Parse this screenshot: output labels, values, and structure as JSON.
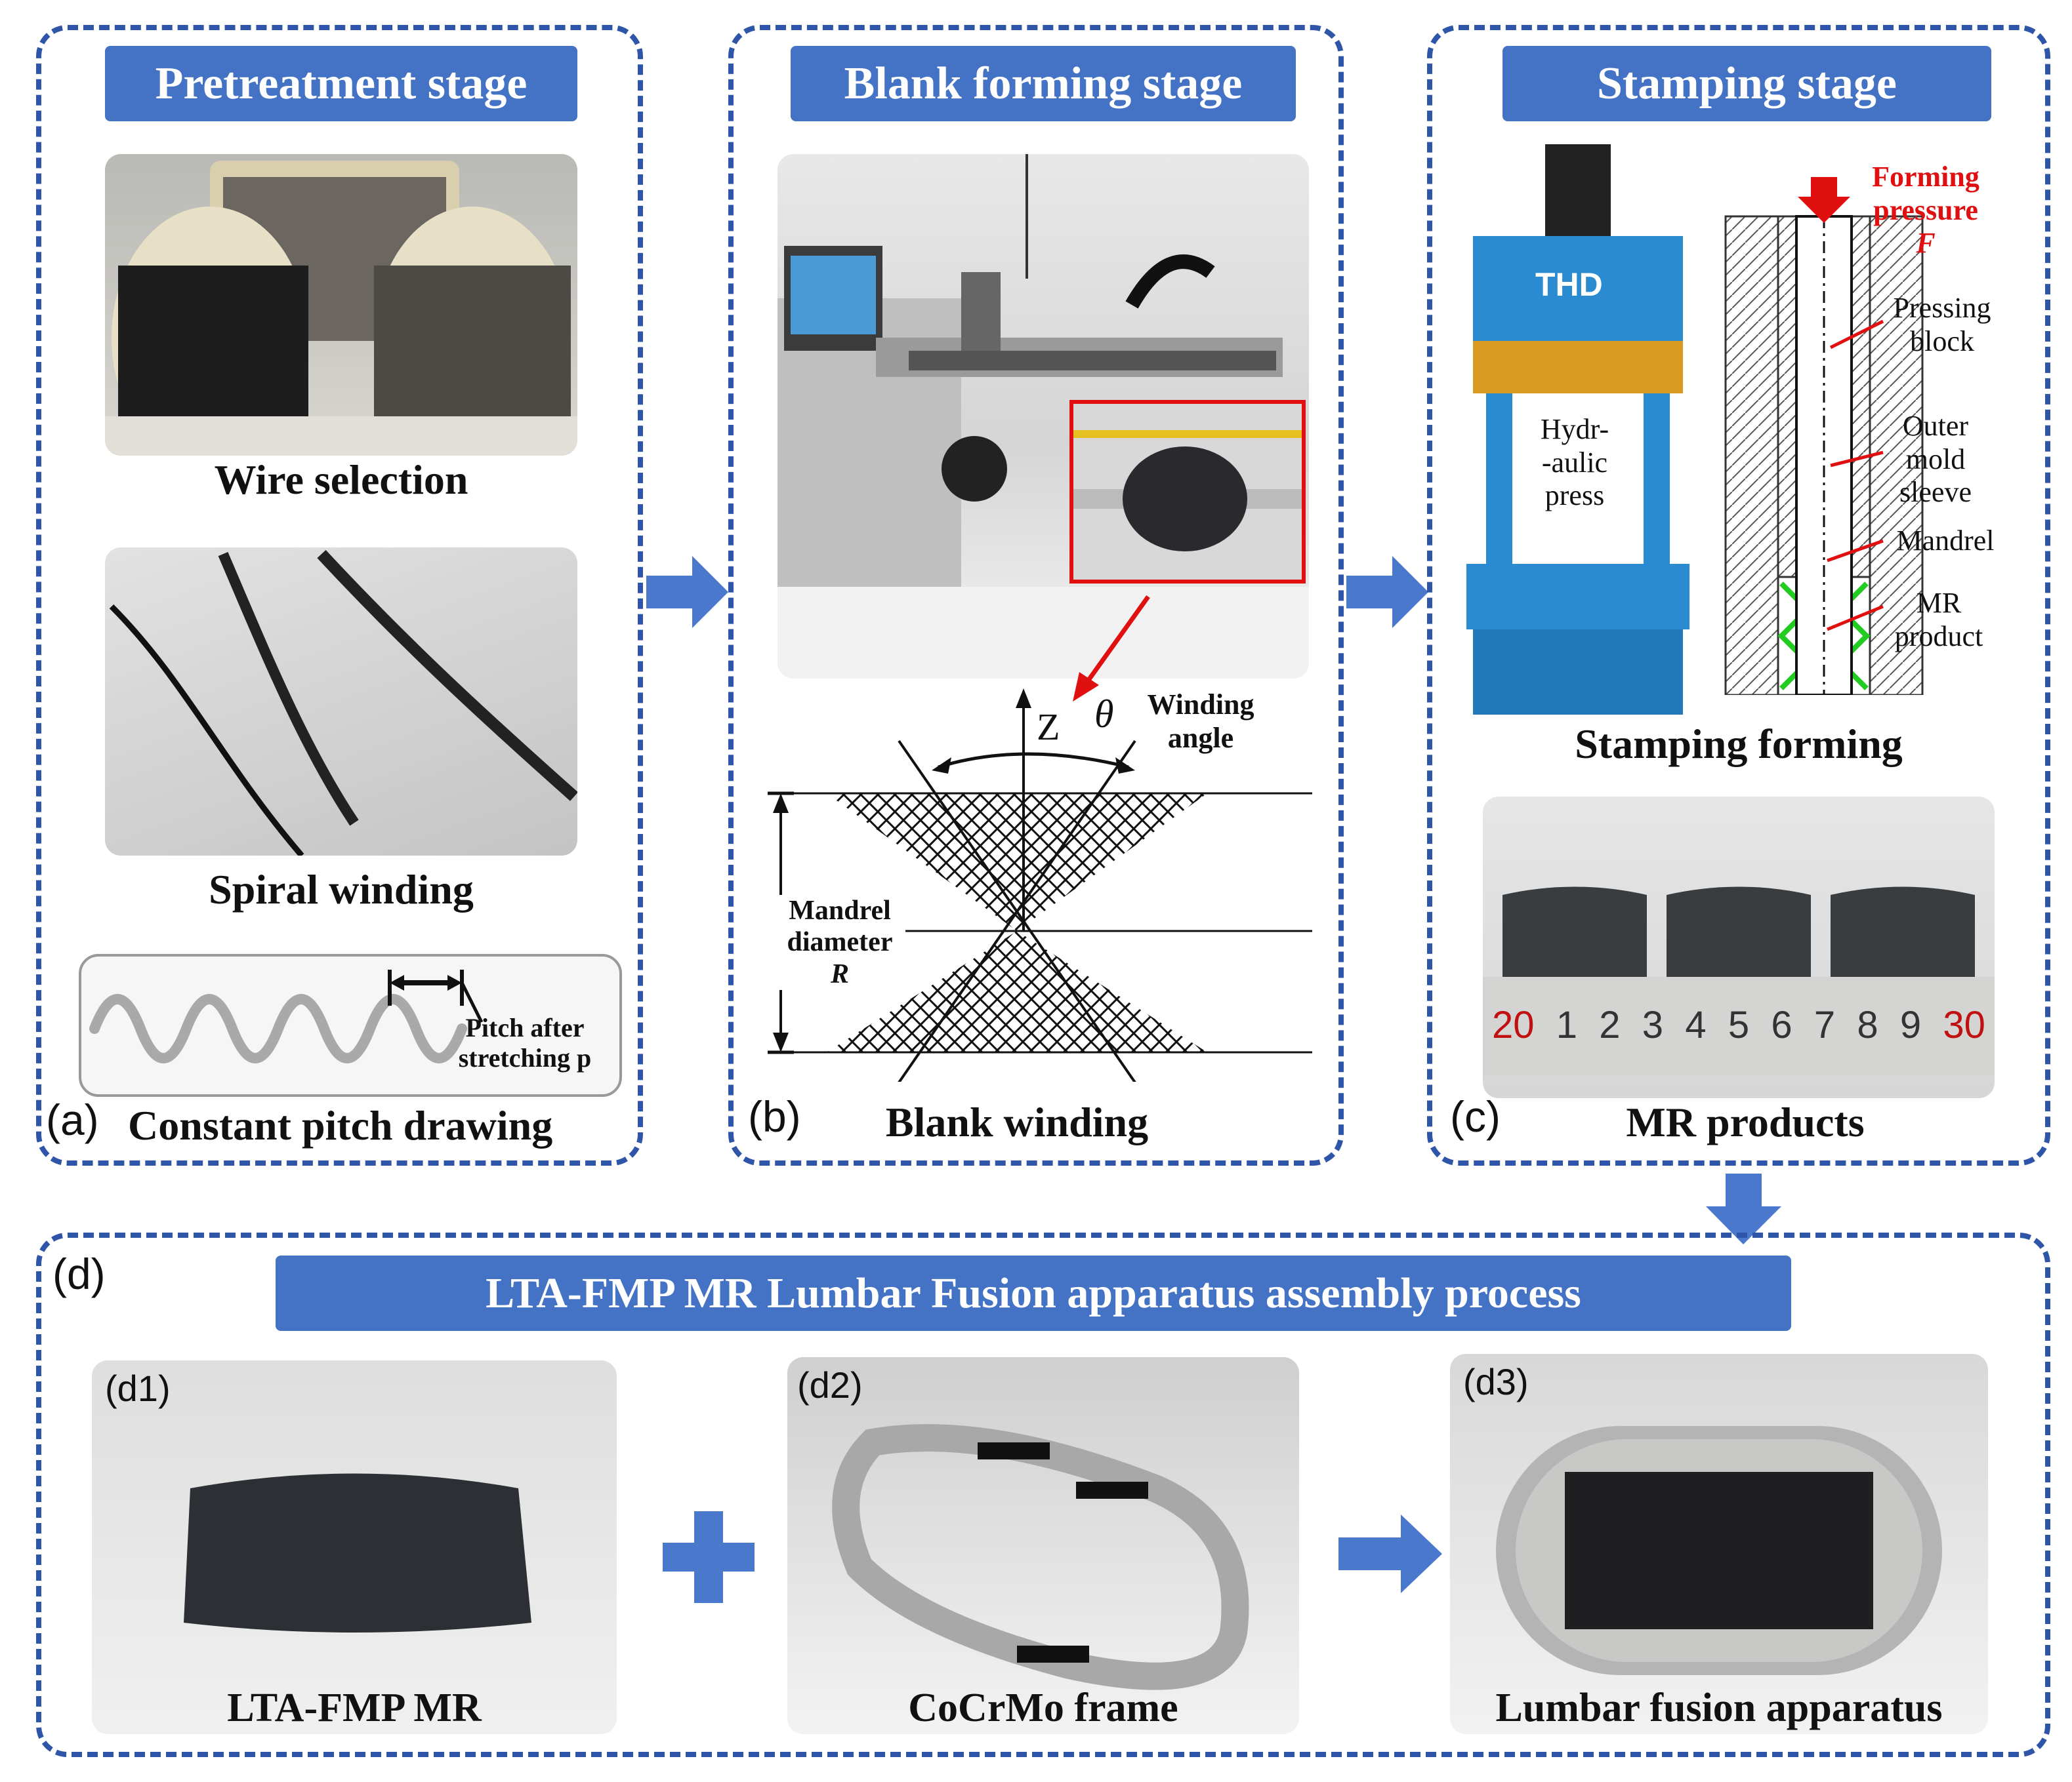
{
  "panel_a": {
    "banner": "Pretreatment stage",
    "wire_selection": "Wire selection",
    "spiral_winding": "Spiral winding",
    "pitch_line1": "Pitch after",
    "pitch_line2": "stretching p",
    "label": "(a)",
    "caption": "Constant pitch drawing"
  },
  "panel_b": {
    "banner": "Blank forming stage",
    "axis_z": "Z",
    "theta": "θ",
    "winding_angle_1": "Winding",
    "winding_angle_2": "angle",
    "mandrel_1": "Mandrel",
    "mandrel_2": "diameter",
    "mandrel_3": "R",
    "label": "(b)",
    "caption": "Blank winding"
  },
  "panel_c": {
    "banner": "Stamping stage",
    "press_brand": "THD",
    "press_1": "Hydr-",
    "press_2": "-aulic",
    "press_3": "press",
    "force_1": "Forming",
    "force_2": "pressure",
    "force_3": "F",
    "pressing_1": "Pressing",
    "pressing_2": "block",
    "outer_1": "Outer",
    "outer_2": "mold",
    "outer_3": "sleeve",
    "mandrel": "Mandrel",
    "mr_1": "MR",
    "mr_2": "product",
    "stamping_caption": "Stamping forming",
    "ruler": [
      "20",
      "1",
      "2",
      "3",
      "4",
      "5",
      "6",
      "7",
      "8",
      "9",
      "30"
    ],
    "label": "(c)",
    "caption": "MR products"
  },
  "panel_d": {
    "label": "(d)",
    "banner": "LTA-FMP MR Lumbar Fusion apparatus assembly process",
    "d1_label": "(d1)",
    "d1_caption": "LTA-FMP MR",
    "d2_label": "(d2)",
    "d2_caption": "CoCrMo frame",
    "d3_label": "(d3)",
    "d3_caption": "Lumbar fusion apparatus"
  },
  "colors": {
    "border": "#2f55a8",
    "banner": "#4472c4",
    "arrow": "#4a78cc",
    "force": "#e01010",
    "mesh": "#22cc22"
  }
}
